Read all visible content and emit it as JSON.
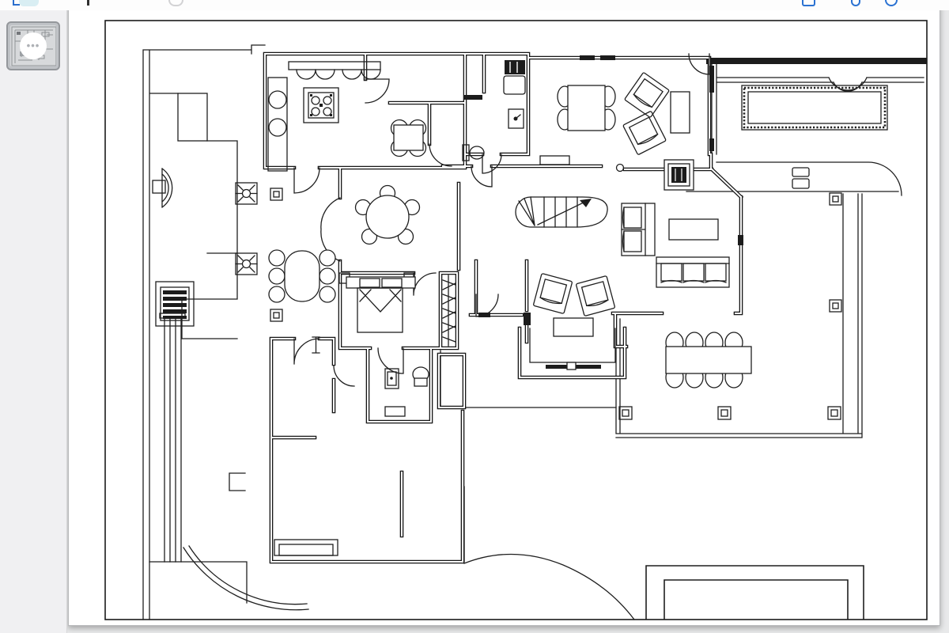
{
  "app": {
    "name": "drawing-viewer",
    "canvas_background": "#e8e9ea",
    "page_background": "#ffffff",
    "line_color": "#1f1f1f",
    "accent_color": "#2b72d2",
    "topbar_icons": [
      {
        "name": "document-icon",
        "color": "#2b6fce"
      },
      {
        "name": "thumbnails-panel-toggle",
        "state": "active",
        "highlight": "#d9eef3"
      },
      {
        "name": "text-cursor-mark",
        "color": "#2f2f2f"
      },
      {
        "name": "user-circle-icon",
        "color": "#d2d2d4"
      },
      {
        "name": "comment-square-icon",
        "color": "#2b72d2"
      },
      {
        "name": "search-icon",
        "color": "#2b72d2"
      },
      {
        "name": "help-circle-icon",
        "color": "#2b72d2"
      }
    ]
  },
  "sidebar": {
    "panel": "page-thumbnails",
    "thumbnail": {
      "page": 1,
      "selected": true,
      "loading_indicator": "•••"
    }
  },
  "document": {
    "kind": "architectural floor plan, first floor",
    "sheet_border": true,
    "symbols": [
      "kitchen-stove-icon",
      "kitchen-sink-icon",
      "upper-cabinet-scallops",
      "breakfast-table-4-chairs",
      "round-table-5-chairs",
      "oval-table-6-chairs",
      "double-bed-icon",
      "wardrobe-hatched",
      "spiral-stair-with-arrow",
      "dining-table-4-chairs",
      "armchair-angled",
      "sideboard",
      "fireplace-icon",
      "loveseat",
      "coffee-table",
      "three-seat-sofa",
      "tv-armchairs-pair",
      "area-rug",
      "washer-icon",
      "toilet-icon",
      "wc-sink-icon",
      "swimming-pool-tiled",
      "pool-steps",
      "outdoor-table-8-chairs",
      "terrace-columns",
      "planter-box",
      "ceiling-light-symbols",
      "double-door-arc",
      "single-door-arcs",
      "driveway-arc",
      "garden-path-curve",
      "grill-vent-dark",
      "pergola-posts",
      "round-niche"
    ]
  }
}
